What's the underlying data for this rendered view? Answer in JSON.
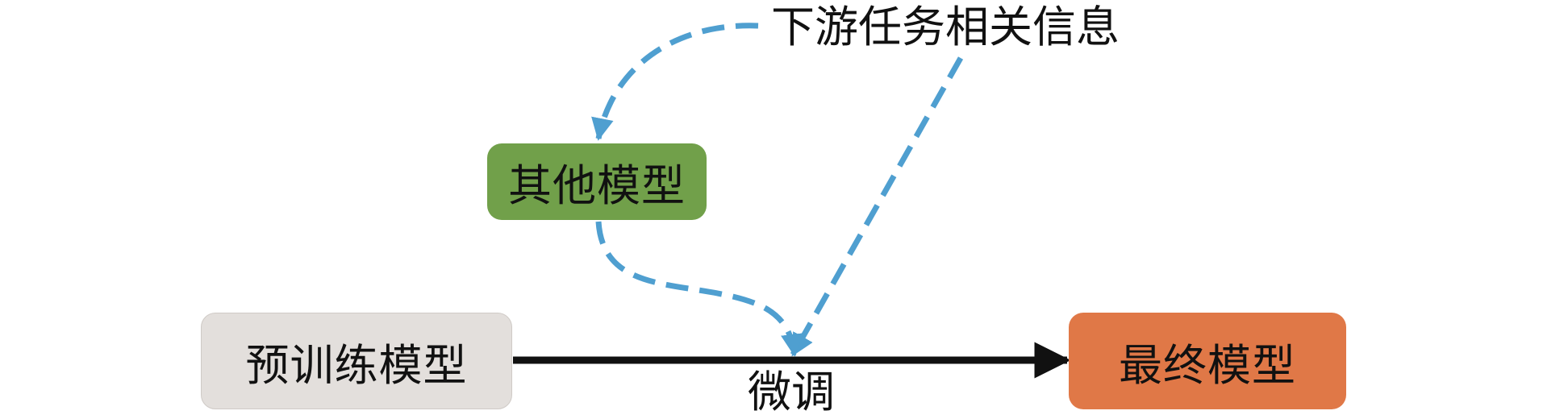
{
  "nodes": {
    "pretrained_model": "预训练模型",
    "other_model": "其他模型",
    "final_model": "最终模型"
  },
  "labels": {
    "downstream_info": "下游任务相关信息",
    "fine_tune": "微调"
  },
  "colors": {
    "pretrained_fill": "#e3dfdc",
    "other_fill": "#71a04a",
    "final_fill": "#e07847",
    "dashed_arrow": "#4f9fd0",
    "main_arrow": "#111111"
  }
}
